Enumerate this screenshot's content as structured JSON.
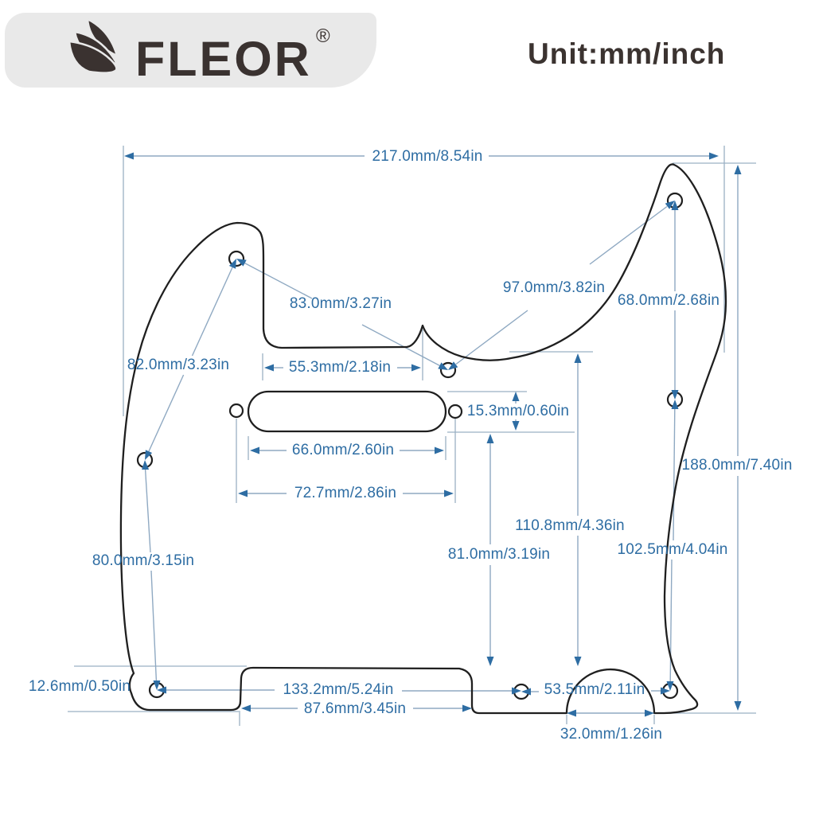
{
  "header": {
    "brand": "FLEOR",
    "registered_mark": "®",
    "unit_label": "Unit:mm/inch"
  },
  "colors": {
    "dimension_text": "#2e6da3",
    "dimension_line": "#9ab0c4",
    "outline": "#1f1f1f",
    "header_bg": "#e9e9e9",
    "logo_ink": "#3a3230"
  },
  "diagram": {
    "dims": [
      {
        "mm": "217.0",
        "inch": "8.54",
        "label": "217.0mm/8.54in"
      },
      {
        "mm": "97.0",
        "inch": "3.82",
        "label": "97.0mm/3.82in"
      },
      {
        "mm": "68.0",
        "inch": "2.68",
        "label": "68.0mm/2.68in"
      },
      {
        "mm": "83.0",
        "inch": "3.27",
        "label": "83.0mm/3.27in"
      },
      {
        "mm": "82.0",
        "inch": "3.23",
        "label": "82.0mm/3.23in"
      },
      {
        "mm": "55.3",
        "inch": "2.18",
        "label": "55.3mm/2.18in"
      },
      {
        "mm": "15.3",
        "inch": "0.60",
        "label": "15.3mm/0.60in"
      },
      {
        "mm": "66.0",
        "inch": "2.60",
        "label": "66.0mm/2.60in"
      },
      {
        "mm": "72.7",
        "inch": "2.86",
        "label": "72.7mm/2.86in"
      },
      {
        "mm": "188.0",
        "inch": "7.40",
        "label": "188.0mm/7.40in"
      },
      {
        "mm": "110.8",
        "inch": "4.36",
        "label": "110.8mm/4.36in"
      },
      {
        "mm": "81.0",
        "inch": "3.19",
        "label": "81.0mm/3.19in"
      },
      {
        "mm": "102.5",
        "inch": "4.04",
        "label": "102.5mm/4.04in"
      },
      {
        "mm": "80.0",
        "inch": "3.15",
        "label": "80.0mm/3.15in"
      },
      {
        "mm": "12.6",
        "inch": "0.50",
        "label": "12.6mm/0.50in"
      },
      {
        "mm": "133.2",
        "inch": "5.24",
        "label": "133.2mm/5.24in"
      },
      {
        "mm": "53.5",
        "inch": "2.11",
        "label": "53.5mm/2.11in"
      },
      {
        "mm": "87.6",
        "inch": "3.45",
        "label": "87.6mm/3.45in"
      },
      {
        "mm": "32.0",
        "inch": "1.26",
        "label": "32.0mm/1.26in"
      }
    ]
  }
}
